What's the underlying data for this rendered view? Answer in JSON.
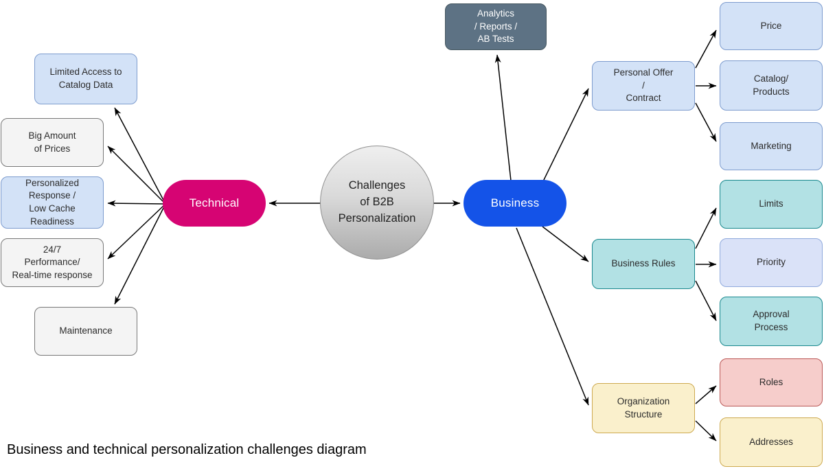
{
  "diagram": {
    "caption": "Business and technical personalization challenges diagram"
  },
  "colors": {
    "technical_pink": "#D60473",
    "business_blue": "#1453E8",
    "slate_dark": "#5D7284",
    "light_blue_fill": "#D3E2F7",
    "light_blue_border": "#7C9BCE",
    "gray_fill": "#F4F4F4",
    "gray_border": "#777777",
    "teal_fill": "#B2E1E4",
    "teal_border": "#17878D",
    "lavender_fill": "#DAE2F8",
    "lavender_border": "#8FA9DC",
    "yellow_fill": "#FAF0CC",
    "yellow_border": "#CDA94F",
    "pink_fill": "#F6CDCB",
    "pink_border": "#BA5856",
    "arrow_black": "#000000"
  },
  "nodes": {
    "center": {
      "label": "Challenges\nof B2B\nPersonalization",
      "border": "#8F8F8F",
      "text": "#1F1F1F"
    },
    "technical": {
      "label": "Technical",
      "fill": "#D60473",
      "text": "#FFFFFF"
    },
    "business": {
      "label": "Business",
      "fill": "#1453E8",
      "text": "#FFFFFF"
    },
    "analytics": {
      "label": "Analytics\n/ Reports /\nAB Tests",
      "fill": "#5D7284",
      "border": "#45565F",
      "text": "#FFFFFF"
    },
    "limited_access": {
      "label": "Limited Access to\nCatalog Data",
      "fill": "#D3E2F7",
      "border": "#7C9BCE",
      "text": "#2B2B2B"
    },
    "big_amount": {
      "label": "Big Amount\nof Prices",
      "fill": "#F4F4F4",
      "border": "#777777",
      "text": "#2B2B2B"
    },
    "personalized": {
      "label": "Personalized\nResponse /\nLow Cache\nReadiness",
      "fill": "#D3E2F7",
      "border": "#7C9BCE",
      "text": "#2B2B2B"
    },
    "performance": {
      "label": "24/7\nPerformance/\nReal-time response",
      "fill": "#F4F4F4",
      "border": "#777777",
      "text": "#2B2B2B"
    },
    "maintenance": {
      "label": "Maintenance",
      "fill": "#F4F4F4",
      "border": "#777777",
      "text": "#2B2B2B"
    },
    "personal_offer": {
      "label": "Personal Offer\n/\nContract",
      "fill": "#D3E2F7",
      "border": "#7C9BCE",
      "text": "#2B2B2B"
    },
    "price": {
      "label": "Price",
      "fill": "#D3E2F7",
      "border": "#7C9BCE",
      "text": "#2B2B2B"
    },
    "catalog": {
      "label": "Catalog/\nProducts",
      "fill": "#D3E2F7",
      "border": "#7C9BCE",
      "text": "#2B2B2B"
    },
    "marketing": {
      "label": "Marketing",
      "fill": "#D3E2F7",
      "border": "#7C9BCE",
      "text": "#2B2B2B"
    },
    "business_rules": {
      "label": "Business Rules",
      "fill": "#B2E1E4",
      "border": "#17878D",
      "text": "#2B2B2B"
    },
    "limits": {
      "label": "Limits",
      "fill": "#B2E1E4",
      "border": "#17878D",
      "text": "#2B2B2B"
    },
    "priority": {
      "label": "Priority",
      "fill": "#DAE2F8",
      "border": "#8FA9DC",
      "text": "#2B2B2B"
    },
    "approval": {
      "label": "Approval\nProcess",
      "fill": "#B2E1E4",
      "border": "#17878D",
      "text": "#2B2B2B"
    },
    "org_structure": {
      "label": "Organization\nStructure",
      "fill": "#FAF0CC",
      "border": "#CDA94F",
      "text": "#2B2B2B"
    },
    "roles": {
      "label": "Roles",
      "fill": "#F6CDCB",
      "border": "#BA5856",
      "text": "#2B2B2B"
    },
    "addresses": {
      "label": "Addresses",
      "fill": "#FAF0CC",
      "border": "#CDA94F",
      "text": "#2B2B2B"
    }
  }
}
